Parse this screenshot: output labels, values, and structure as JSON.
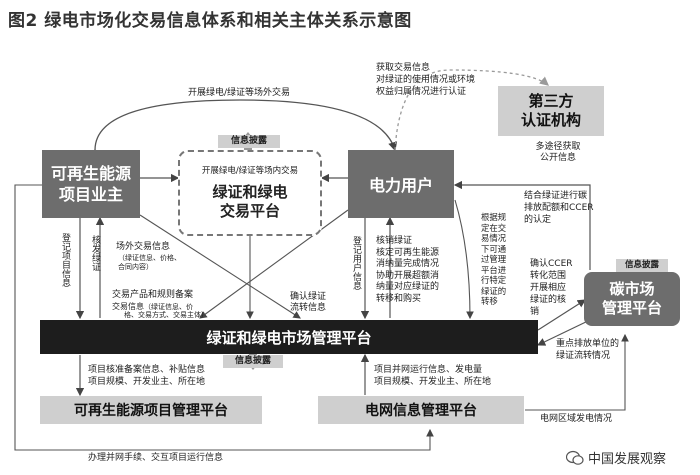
{
  "title": "图2  绿电市场化交易信息体系和相关主体关系示意图",
  "nodes": {
    "renewable_owner": [
      "可再生能源",
      "项目业主"
    ],
    "trading_platform": [
      "绿证和绿电",
      "交易平台"
    ],
    "power_user": "电力用户",
    "third_party": [
      "第三方",
      "认证机构"
    ],
    "carbon_market": [
      "碳市场",
      "管理平台"
    ],
    "market_platform": "绿证和绿电市场管理平台",
    "project_platform": "可再生能源项目管理平台",
    "grid_platform": "电网信息管理平台"
  },
  "labels": {
    "offsite_trade": "开展绿电/绿证等场外交易",
    "onsite_trade": "开展绿电/绿证等场内交易",
    "info_disclosure_top": "信息披露",
    "info_disclosure_bottom": "信息披露",
    "info_disclosure_carbon": "信息披露",
    "third_party_info": [
      "获取交易信息",
      "对绿证的使用情况或环境",
      "权益归属情况进行认证"
    ],
    "public_info": [
      "多途径获取",
      "公开信息"
    ],
    "carbon_quota": [
      "结合绿证进行碳",
      "排放配额和CCER",
      "的认定"
    ],
    "register_project": "登记项目信息",
    "issue_cert": "核发绿证",
    "offsite_info": "场外交易信息",
    "offsite_info_detail": [
      "（绿证信息、价格、",
      "合同内容）"
    ],
    "product_rules": "交易产品和规则备案",
    "trade_info": "交易信息",
    "trade_info_detail": [
      "（绿证信息、价",
      "格、交易方式、交易主体）"
    ],
    "confirm_cert": [
      "确认绿证",
      "流转信息"
    ],
    "register_user": "登记用户信息",
    "cancel_cert": [
      "核销绿证",
      "核定可再生能源",
      "消纳量完成情况",
      "协助开展超额消",
      "纳量对应绿证的",
      "转移和购买"
    ],
    "rule_check": [
      "根据规",
      "定在交",
      "易情况",
      "下可通",
      "过管理",
      "平台进",
      "行特定",
      "绿证的",
      "转移"
    ],
    "ccer_confirm": [
      "确认CCER",
      "转化范围",
      "开展相应",
      "绿证的核",
      "销"
    ],
    "key_emitter": [
      "重点排放单位的",
      "绿证流转情况"
    ],
    "project_registration": [
      "项目核准备案信息、补贴信息",
      "项目规模、开发业主、所在地"
    ],
    "grid_operation": [
      "项目并网运行信息、发电量",
      "项目规模、开发业主、所在地"
    ],
    "grid_connection": "办理并网手续、交互项目运行信息",
    "grid_generation": "电网区域发电情况"
  },
  "watermark": "中国发展观察",
  "colors": {
    "dark_box": "#6d6d6d",
    "light_box": "#cfcfcf",
    "black_bar": "#1d1d1d",
    "arrow": "#555555"
  }
}
